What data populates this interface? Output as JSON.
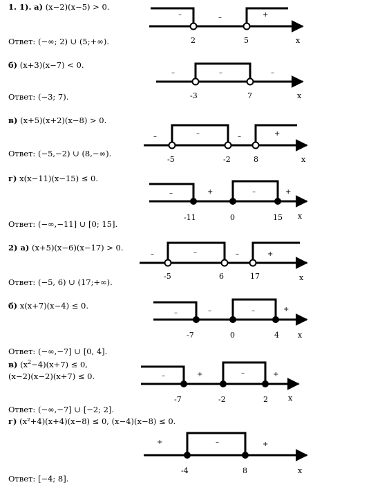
{
  "problems": [
    {
      "num": "1. 1).",
      "part": "а)",
      "expr": "(x−2)(x−5) > 0.",
      "answer": "Ответ: (−∞; 2) ∪ (5;+∞)."
    },
    {
      "part": "б)",
      "expr": "(x+3)(x−7) < 0.",
      "answer": "Ответ:  (−3; 7)."
    },
    {
      "part": "в)",
      "expr": "(x+5)(x+2)(x−8) > 0.",
      "answer": "Ответ: (−5,−2) ∪ (8,−∞)."
    },
    {
      "part": "г)",
      "expr": "x(x−11)(x−15) ≤ 0.",
      "answer": "Ответ: (−∞,−11] ∪ [0; 15]."
    },
    {
      "num": "2) ",
      "part": "а)",
      "expr": "(x+5)(x−6)(x−17) > 0.",
      "answer": "Ответ: (−5, 6) ∪ (17;+∞)."
    },
    {
      "part": "б)",
      "expr": "x(x+7)(x−4) ≤ 0.",
      "answer": "Ответ: (−∞,−7] ∪ [0, 4]."
    },
    {
      "part": "в)",
      "expr_a": "(x",
      "expr_sup": "2",
      "expr_b": "−4)(x+7) ≤ 0,",
      "expr2": "(x−2)(x−2)(x+7) ≤ 0.",
      "answer": "Ответ: (−∞,−7] ∪ [−2; 2]."
    },
    {
      "part": "г)",
      "expr": "(x²+4)(x+4)(x−8) ≤ 0,    (x−4)(x−8) ≤ 0.",
      "answer": "Ответ: [−4; 8]."
    }
  ],
  "axis_var": "x",
  "lines": [
    {
      "points": [
        {
          "label": "2",
          "closed": false
        },
        {
          "label": "5",
          "closed": false
        }
      ],
      "signs": [
        "–",
        "–",
        "+"
      ]
    },
    {
      "points": [
        {
          "label": "-3",
          "closed": false
        },
        {
          "label": "7",
          "closed": false
        }
      ],
      "signs": [
        "–",
        "–",
        "–"
      ]
    },
    {
      "points": [
        {
          "label": "-5",
          "closed": false
        },
        {
          "label": "-2",
          "closed": false
        },
        {
          "label": "8",
          "closed": false
        }
      ],
      "signs": [
        "–",
        "–",
        "–",
        "+"
      ]
    },
    {
      "points": [
        {
          "label": "-11",
          "closed": true
        },
        {
          "label": "0",
          "closed": true
        },
        {
          "label": "15",
          "closed": true
        }
      ],
      "signs": [
        "–",
        "+",
        "–",
        "+"
      ]
    },
    {
      "points": [
        {
          "label": "-5",
          "closed": false
        },
        {
          "label": "6",
          "closed": false
        },
        {
          "label": "17",
          "closed": false
        }
      ],
      "signs": [
        "–",
        "–",
        "–",
        "+"
      ]
    },
    {
      "points": [
        {
          "label": "-7",
          "closed": true
        },
        {
          "label": "0",
          "closed": true
        },
        {
          "label": "4",
          "closed": true
        }
      ],
      "signs": [
        "–",
        "–",
        "–",
        "+"
      ]
    },
    {
      "points": [
        {
          "label": "-7",
          "closed": true
        },
        {
          "label": "-2",
          "closed": true
        },
        {
          "label": "2",
          "closed": true
        }
      ],
      "signs": [
        "–",
        "+",
        "–",
        "+"
      ]
    },
    {
      "points": [
        {
          "label": "-4",
          "closed": true
        },
        {
          "label": "8",
          "closed": true
        }
      ],
      "signs": [
        "+",
        "–",
        "+"
      ]
    }
  ]
}
